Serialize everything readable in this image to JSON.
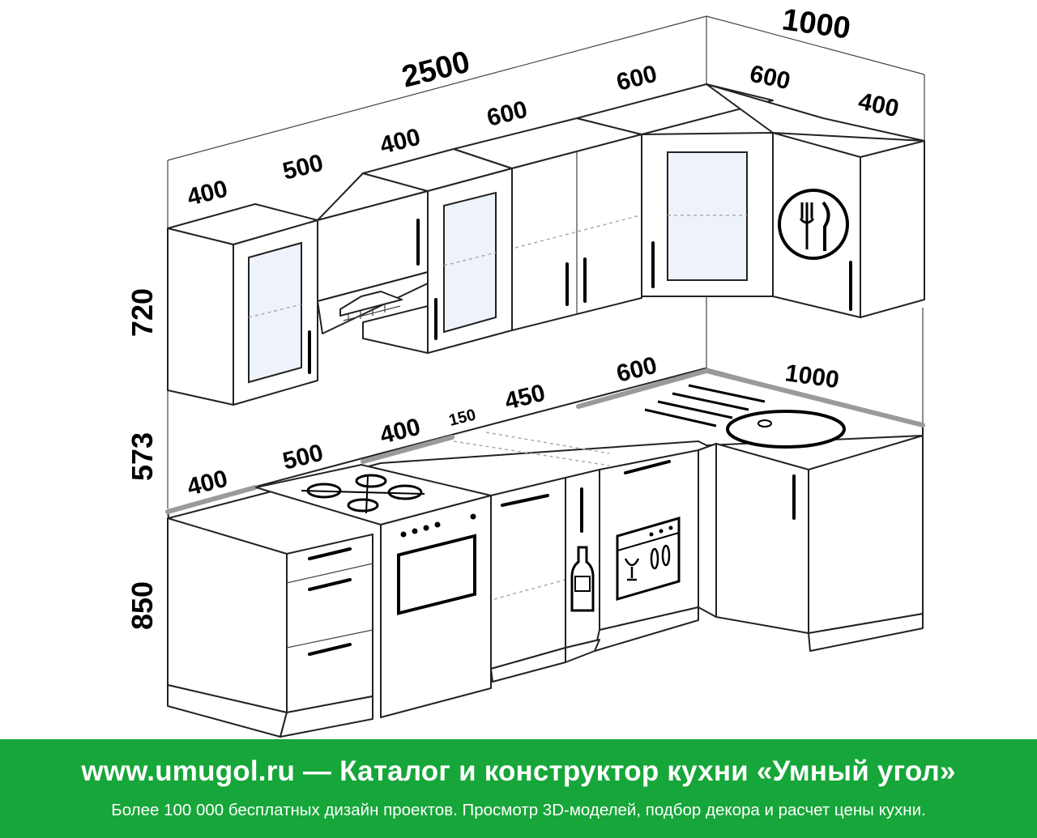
{
  "dimensions": {
    "top_total_width": "2500",
    "top_side_width": "1000",
    "upper": [
      "400",
      "500",
      "400",
      "600",
      "600",
      "600",
      "400"
    ],
    "lower": [
      "400",
      "500",
      "400",
      "150",
      "450",
      "600",
      "1000"
    ],
    "heights": {
      "upper": "720",
      "gap": "573",
      "base": "850"
    }
  },
  "footer": {
    "title": "www.umugol.ru — Каталог и конструктор кухни «Умный угол»",
    "subtitle": "Более 100 000 бесплатных дизайн проектов. Просмотр 3D-моделей, подбор декора и расчет цены кухни."
  },
  "colors": {
    "footer_bg": "#16a639",
    "footer_text": "#ffffff"
  },
  "icons": [
    "range-hood-icon",
    "cutlery-icon",
    "oven-icon",
    "bottle-icon",
    "dishwasher-icon",
    "sink-icon",
    "cooktop-icon"
  ]
}
